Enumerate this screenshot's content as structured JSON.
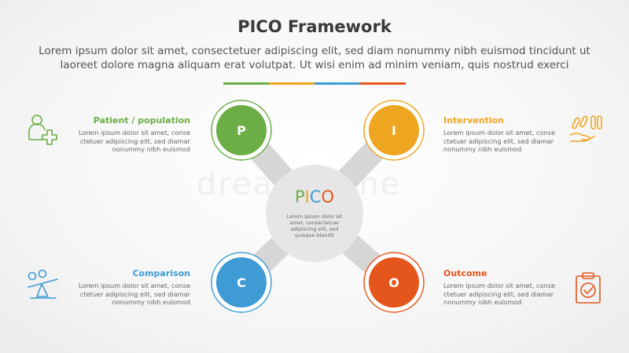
{
  "title": "PICO Framework",
  "subtitle": "Lorem ipsum dolor sit amet, consectetuer adipiscing elit, sed diam nonummy nibh euismod tincidunt ut laoreet dolore magna aliquam erat volutpat. Ut wisi enim ad minim veniam, quis nostrud exerci",
  "colors": {
    "green": "#6aae45",
    "yellow": "#eea51f",
    "blue": "#3f9bd4",
    "orange": "#e5561d",
    "hub": "#e6e6e6",
    "arm": "#d6d6d6"
  },
  "center": {
    "letters": [
      "P",
      "I",
      "C",
      "O"
    ],
    "text": "Lorem ipsum dolor sit\namet, consectetuer\nadipiscing elit, sed\nquisque blandit"
  },
  "nodes": [
    {
      "letter": "P",
      "heading": "Patient / population",
      "body": "Lorem ipsum dolor sit amet, conse\nctetuer adipiscing elit, sed diamar\nnonummy nibh euismod",
      "icon": "patient-plus-icon"
    },
    {
      "letter": "I",
      "heading": "Intervention",
      "body": "Lorem ipsum dolor sit amet, conse\nctetuer adipiscing elit, sed diamar\nnonummy nibh euismod",
      "icon": "hand-pills-icon"
    },
    {
      "letter": "C",
      "heading": "Comparison",
      "body": "Lorem ipsum dolor sit amet, conse\nctetuer adipiscing elit, sed diamar\nnonummy nibh euismod",
      "icon": "seesaw-icon"
    },
    {
      "letter": "O",
      "heading": "Outcome",
      "body": "Lorem ipsum dolor sit amet, conse\nctetuer adipiscing elit, sed diamar\nnonummy nibh euismod",
      "icon": "clipboard-check-icon"
    }
  ],
  "watermark": "dreamstime"
}
